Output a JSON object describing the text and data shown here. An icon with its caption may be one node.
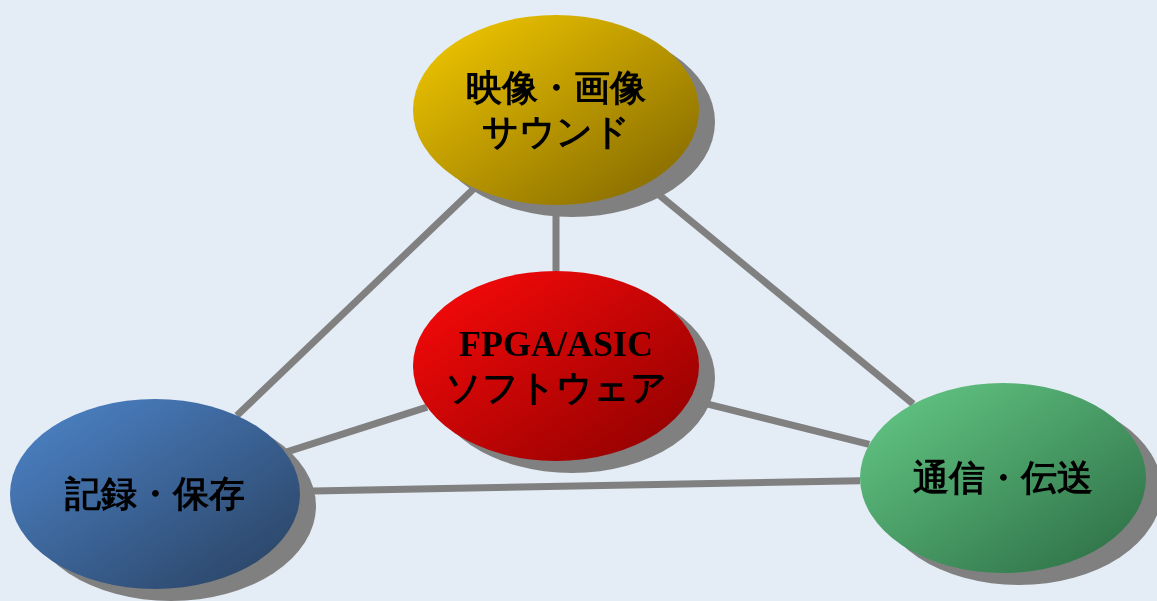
{
  "diagram": {
    "nodes": [
      {
        "text": [
          "映像・画像サウンド"
        ]
      },
      {
        "text": [
          "FPGA/ASIC",
          "ソフトウェア"
        ]
      },
      {
        "text": [
          "記録・保存"
        ]
      },
      {
        "text": [
          "通信・伝送"
        ]
      }
    ],
    "edges": [
      {
        "from": 0,
        "to": 1,
        "arrow": "none"
      },
      {
        "from": 0,
        "to": 2,
        "arrow": "none"
      },
      {
        "from": 0,
        "to": 3,
        "arrow": "none"
      },
      {
        "from": 1,
        "to": 2,
        "arrow": "none"
      },
      {
        "from": 1,
        "to": 3,
        "arrow": "none"
      },
      {
        "from": 2,
        "to": 3,
        "arrow": "none"
      }
    ]
  }
}
